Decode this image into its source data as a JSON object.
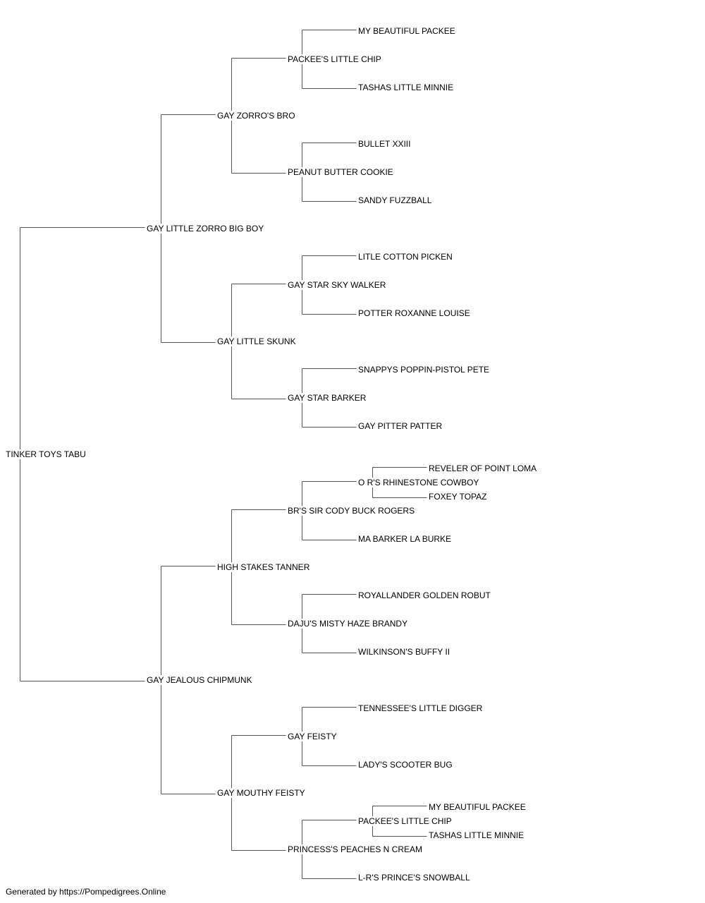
{
  "pedigree": {
    "subject": "TINKER TOYS TABU",
    "sire": {
      "name": "GAY LITTLE ZORRO BIG BOY",
      "sire": {
        "name": "GAY ZORRO'S BRO",
        "sire": {
          "name": "PACKEE'S LITTLE CHIP",
          "sire": {
            "name": "MY BEAUTIFUL PACKEE"
          },
          "dam": {
            "name": "TASHAS LITTLE MINNIE"
          }
        },
        "dam": {
          "name": "PEANUT BUTTER COOKIE",
          "sire": {
            "name": "BULLET XXIII"
          },
          "dam": {
            "name": "SANDY FUZZBALL"
          }
        }
      },
      "dam": {
        "name": "GAY LITTLE SKUNK",
        "sire": {
          "name": "GAY STAR SKY WALKER",
          "sire": {
            "name": "LITLE COTTON PICKEN"
          },
          "dam": {
            "name": "POTTER ROXANNE LOUISE"
          }
        },
        "dam": {
          "name": "GAY STAR BARKER",
          "sire": {
            "name": "SNAPPYS POPPIN-PISTOL PETE"
          },
          "dam": {
            "name": "GAY PITTER PATTER"
          }
        }
      }
    },
    "dam": {
      "name": "GAY JEALOUS CHIPMUNK",
      "sire": {
        "name": "HIGH STAKES TANNER",
        "sire": {
          "name": "BR'S SIR CODY BUCK ROGERS",
          "sire": {
            "name": "O R'S RHINESTONE COWBOY",
            "sire": {
              "name": "REVELER OF POINT LOMA"
            },
            "dam": {
              "name": "FOXEY TOPAZ"
            }
          },
          "dam": {
            "name": "MA BARKER LA BURKE"
          }
        },
        "dam": {
          "name": "DAJU'S MISTY HAZE BRANDY",
          "sire": {
            "name": "ROYALLANDER GOLDEN ROBUT"
          },
          "dam": {
            "name": "WILKINSON'S BUFFY II"
          }
        }
      },
      "dam": {
        "name": "GAY MOUTHY FEISTY",
        "sire": {
          "name": "GAY FEISTY",
          "sire": {
            "name": "TENNESSEE'S LITTLE DIGGER"
          },
          "dam": {
            "name": "LADY'S SCOOTER BUG"
          }
        },
        "dam": {
          "name": "PRINCESS'S PEACHES N CREAM",
          "sire": {
            "name": "PACKEE'S LITTLE CHIP",
            "sire": {
              "name": "MY BEAUTIFUL PACKEE"
            },
            "dam": {
              "name": "TASHAS LITTLE MINNIE"
            }
          },
          "dam": {
            "name": "L-R'S PRINCE'S SNOWBALL"
          }
        }
      }
    }
  },
  "footer": "Generated by https://Pompedigrees.Online",
  "colors": {
    "line": "#555555",
    "text": "#000000",
    "background": "#ffffff"
  }
}
